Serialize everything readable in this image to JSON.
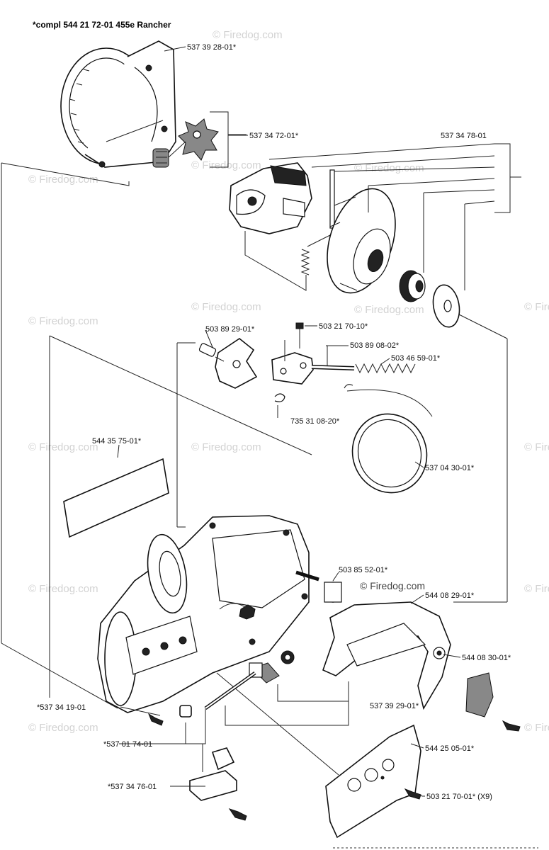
{
  "title": "*compl 544 21 72-01 455e Rancher",
  "watermark": "© Firedog.com",
  "watermark_center": "© Firedog.com",
  "parts": [
    {
      "id": "p1",
      "label": "537 39 28-01*"
    },
    {
      "id": "p2",
      "label": "537 34 72-01*"
    },
    {
      "id": "p3",
      "label": "537 34 78-01"
    },
    {
      "id": "p4",
      "label": "503 89 29-01*"
    },
    {
      "id": "p5",
      "label": "503 21 70-10*"
    },
    {
      "id": "p6",
      "label": "503 89 08-02*"
    },
    {
      "id": "p7",
      "label": "503 46 59-01*"
    },
    {
      "id": "p8",
      "label": "735 31 08-20*"
    },
    {
      "id": "p9",
      "label": "544 35 75-01*"
    },
    {
      "id": "p10",
      "label": "537 04 30-01*"
    },
    {
      "id": "p11",
      "label": "503 85 52-01*"
    },
    {
      "id": "p12",
      "label": "544 08 29-01*"
    },
    {
      "id": "p13",
      "label": "544 08 30-01*"
    },
    {
      "id": "p14",
      "label": "*537 34 19-01"
    },
    {
      "id": "p15",
      "label": "537 39 29-01*"
    },
    {
      "id": "p16",
      "label": "*537 01 74-01"
    },
    {
      "id": "p17",
      "label": "544 25 05-01*"
    },
    {
      "id": "p18",
      "label": "*537 34 76-01"
    },
    {
      "id": "p19",
      "label": "503 21 70-01* (X9)"
    }
  ]
}
